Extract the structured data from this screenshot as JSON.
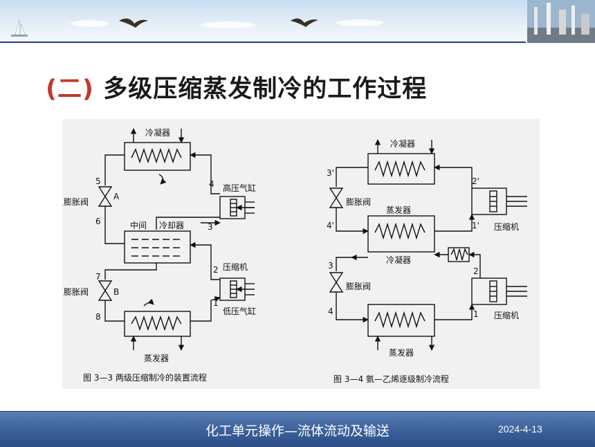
{
  "title": {
    "paren": "(二)",
    "text": "多级压缩蒸发制冷的工作过程"
  },
  "footer": {
    "course": "化工单元操作—流体流动及输送",
    "date": "2024-4-13"
  },
  "fig3": {
    "caption": "图 3—3   两级压缩制冷的装置流程",
    "condenser": "冷凝器",
    "evaporator": "蒸发器",
    "intermediate_a": "中间",
    "intermediate_b": "冷却器",
    "high_cylinder": "高压气缸",
    "low_cylinder": "低压气缸",
    "compressor": "压缩机",
    "valve_a_label": "膨胀阀",
    "valve_b_label": "膨胀阀",
    "valve_a": "A",
    "valve_b": "B",
    "n1": "1",
    "n2": "2",
    "n3": "3",
    "n4": "4",
    "n5": "5",
    "n6": "6",
    "n7": "7",
    "n8": "8"
  },
  "fig4": {
    "caption": "图 3—4   氨—乙烯逐级制冷流程",
    "condenser": "冷凝器",
    "evap_cond_top": "蒸发器",
    "evap_cond_bottom": "冷凝器",
    "evaporator": "蒸发器",
    "valve_upper_label": "膨胀阀",
    "valve_lower_label": "膨胀阀",
    "compressor_upper": "压缩机",
    "compressor_lower": "压缩机",
    "n3p": "3'",
    "n2p": "2'",
    "n4p": "4'",
    "n1p": "1'",
    "n3": "3",
    "n2": "2",
    "n4": "4",
    "n1": "1"
  }
}
